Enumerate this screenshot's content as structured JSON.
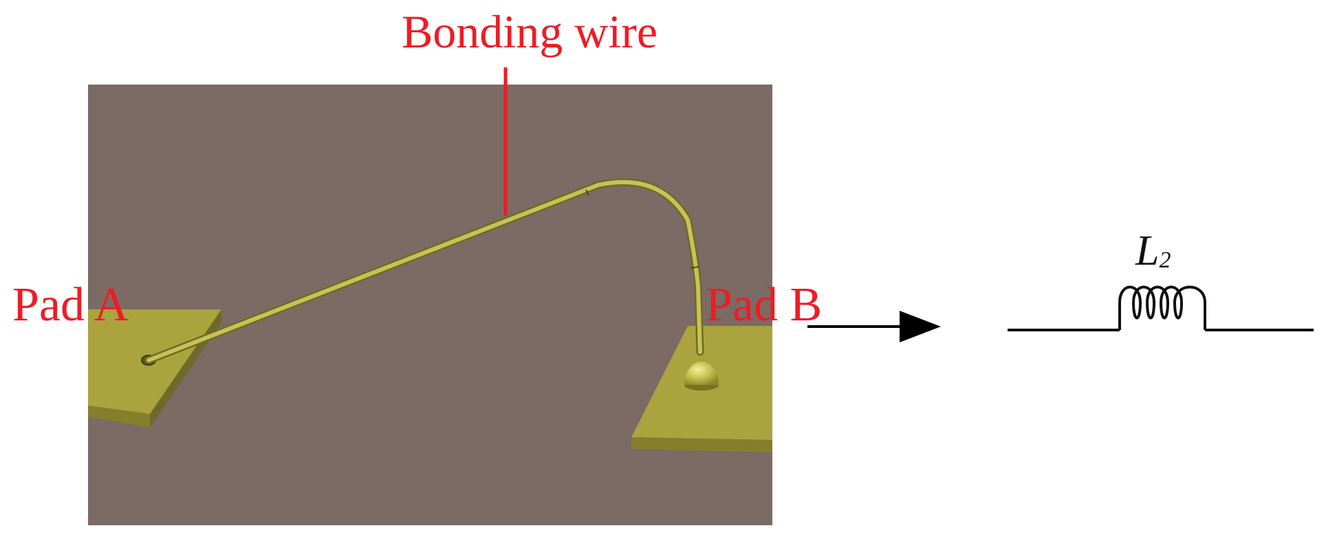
{
  "labels": {
    "bonding_wire": "Bonding wire",
    "pad_a": "Pad A",
    "pad_b": "Pad B",
    "inductor_symbol": "L",
    "inductor_subscript": "2"
  },
  "colors": {
    "label_red": "#ee1c25",
    "substrate": "#7b6b64",
    "pad_gold": "#aaa33e",
    "wire_gold": "#b5ae48",
    "ink": "#111111"
  }
}
